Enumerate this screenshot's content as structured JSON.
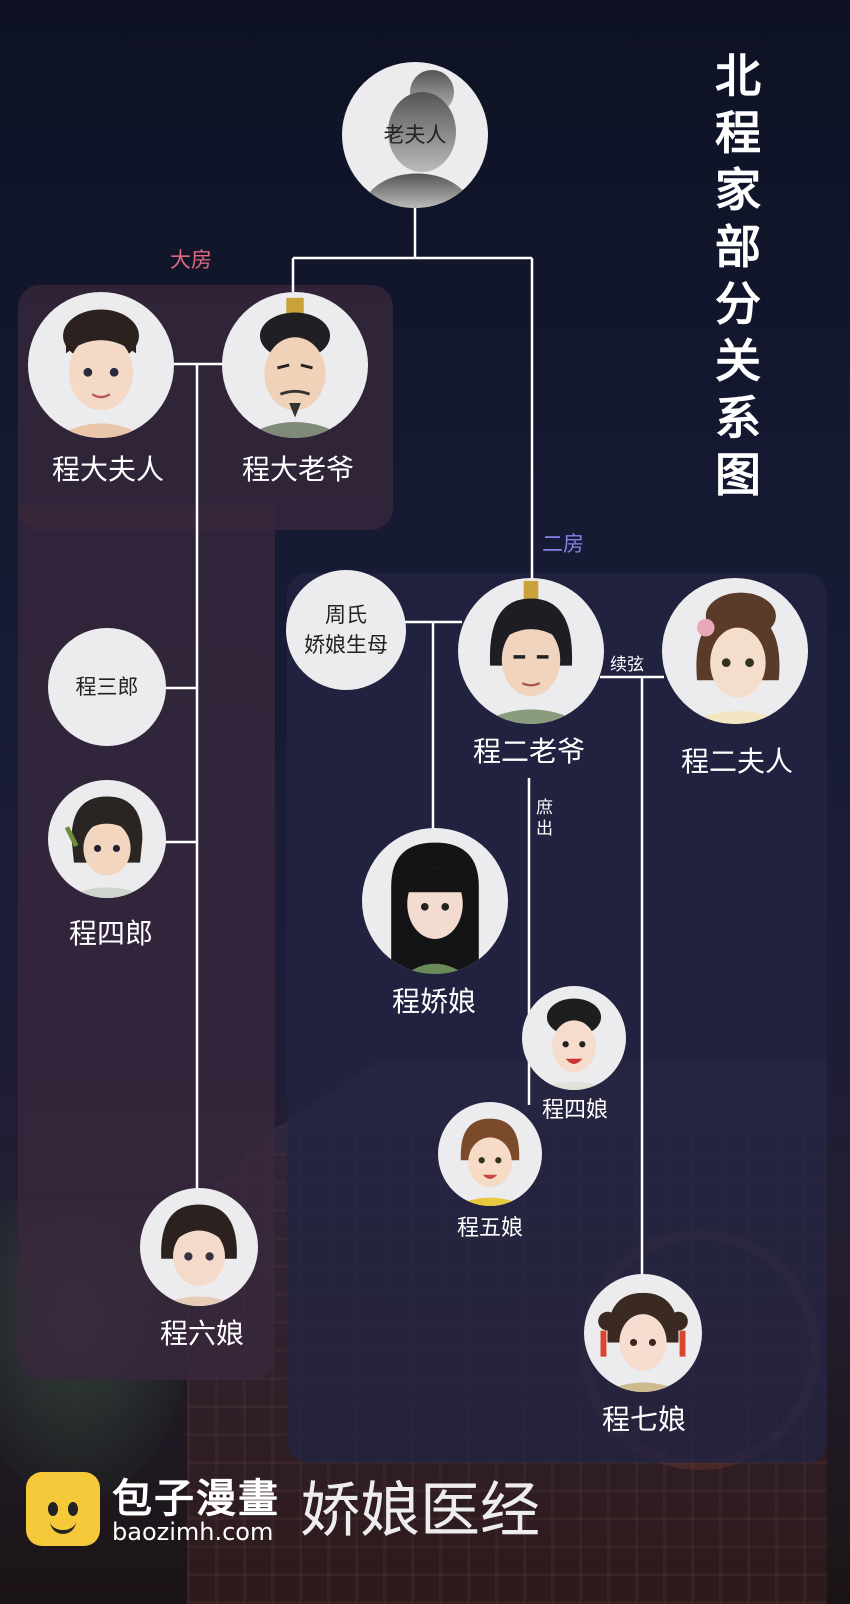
{
  "title": "北程家部分关系图",
  "branches": {
    "first": "大房",
    "second": "二房"
  },
  "edge_labels": {
    "second_wife": "续弦",
    "concubine_born": "庶出"
  },
  "people": {
    "matriarch": "老夫人",
    "eldest_wife": "程大夫人",
    "eldest_master": "程大老爷",
    "third_son": "程三郎",
    "fourth_son": "程四郎",
    "sixth_daughter": "程六娘",
    "zhou_line1": "周氏",
    "zhou_line2": "娇娘生母",
    "second_master": "程二老爷",
    "second_wife": "程二夫人",
    "jiaoniang": "程娇娘",
    "fourth_daughter": "程四娘",
    "fifth_daughter": "程五娘",
    "seventh_daughter": "程七娘"
  },
  "watermark": {
    "site": "包子漫畫",
    "url": "baozimh.com",
    "book": "娇娘医经"
  },
  "colors": {
    "first_branch": "#e06a7e",
    "second_branch": "#8a7fe8",
    "line": "#ffffff"
  }
}
